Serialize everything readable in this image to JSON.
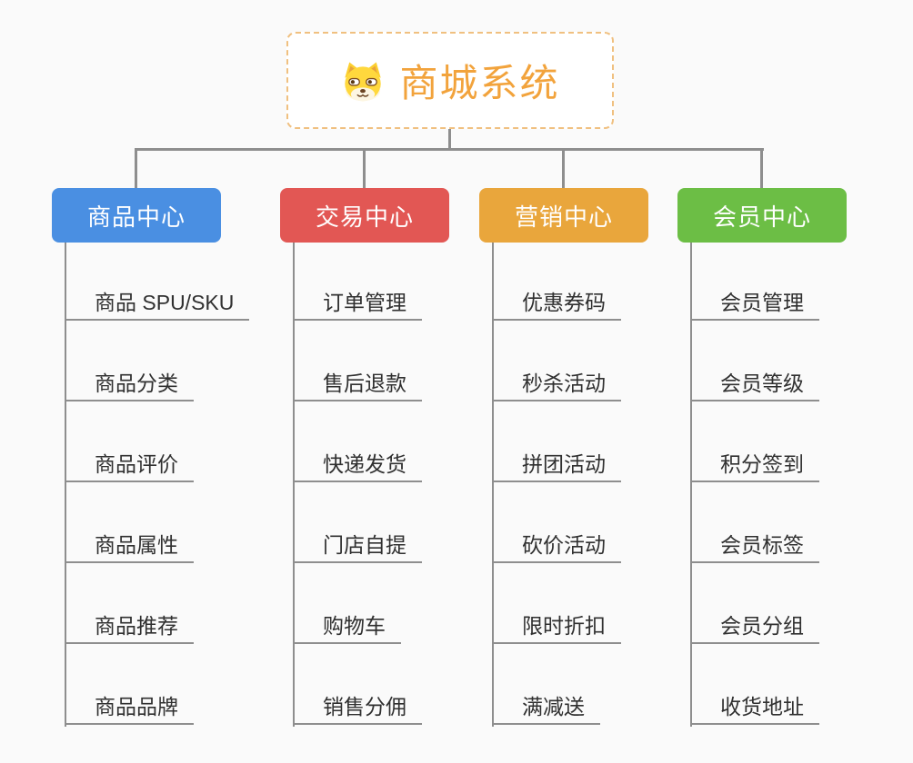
{
  "root": {
    "label": "商城系统",
    "icon": "dog-icon",
    "text_color": "#f2a33c",
    "border_color": "#f0c080"
  },
  "branches": [
    {
      "label": "商品中心",
      "color": "#4a8fe2",
      "items": [
        "商品 SPU/SKU",
        "商品分类",
        "商品评价",
        "商品属性",
        "商品推荐",
        "商品品牌"
      ]
    },
    {
      "label": "交易中心",
      "color": "#e25754",
      "items": [
        "订单管理",
        "售后退款",
        "快递发货",
        "门店自提",
        "购物车",
        "销售分佣"
      ]
    },
    {
      "label": "营销中心",
      "color": "#e9a63c",
      "items": [
        "优惠券码",
        "秒杀活动",
        "拼团活动",
        "砍价活动",
        "限时折扣",
        "满减送"
      ]
    },
    {
      "label": "会员中心",
      "color": "#6cbe45",
      "items": [
        "会员管理",
        "会员等级",
        "积分签到",
        "会员标签",
        "会员分组",
        "收货地址"
      ]
    }
  ],
  "colors": {
    "connector": "#8e8e8e",
    "item_text": "#303030",
    "background": "#fafafa",
    "header_text": "#ffffff"
  }
}
